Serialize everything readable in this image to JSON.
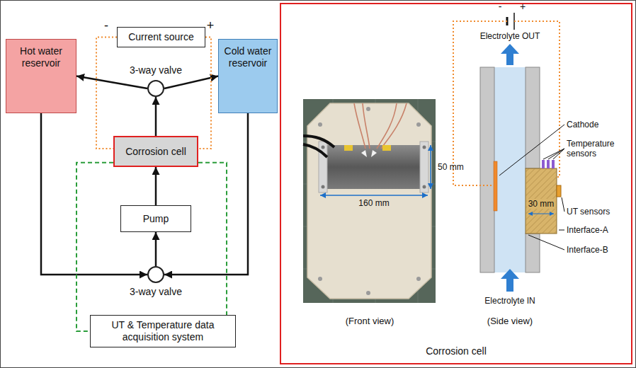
{
  "diagram": {
    "nodes": [
      {
        "text": [
          "Current source"
        ]
      },
      {
        "text": [
          "Hot water reservoir"
        ]
      },
      {
        "text": [
          "3-way valve"
        ]
      },
      {
        "text": [
          "Cold water reservoir"
        ]
      },
      {
        "text": [
          "Corrosion cell"
        ]
      },
      {
        "text": [
          "Pump"
        ]
      },
      {
        "text": [
          "3-way valve"
        ]
      },
      {
        "text": [
          "UT & Temperature data acquisition system"
        ]
      },
      {
        "text": [
          "Corrosion cell"
        ]
      }
    ],
    "edges": [
      {
        "from": 4,
        "to": 2,
        "arrow": "to"
      },
      {
        "from": 2,
        "to": 1,
        "arrow": "to"
      },
      {
        "from": 2,
        "to": 3,
        "arrow": "to"
      },
      {
        "from": 1,
        "to": 6,
        "arrow": "to"
      },
      {
        "from": 3,
        "to": 6,
        "arrow": "to"
      },
      {
        "from": 6,
        "to": 5,
        "arrow": "to"
      },
      {
        "from": 5,
        "to": 4,
        "arrow": "to"
      },
      {
        "from": 0,
        "to": 4,
        "arrow": "none"
      },
      {
        "from": 0,
        "to": 4,
        "arrow": "none"
      },
      {
        "from": 4,
        "to": 7,
        "arrow": "none"
      },
      {
        "from": 4,
        "to": 7,
        "arrow": "none"
      }
    ],
    "labels": [
      "-",
      "+",
      "160 mm",
      "50 mm",
      "(Front view)",
      "(Side view)",
      "-",
      "+",
      "Electrolyte OUT",
      "Cathode",
      "Temperature sensors",
      "UT sensors",
      "Interface-A",
      "Interface-B",
      "30 mm",
      "Electrolyte IN"
    ]
  }
}
